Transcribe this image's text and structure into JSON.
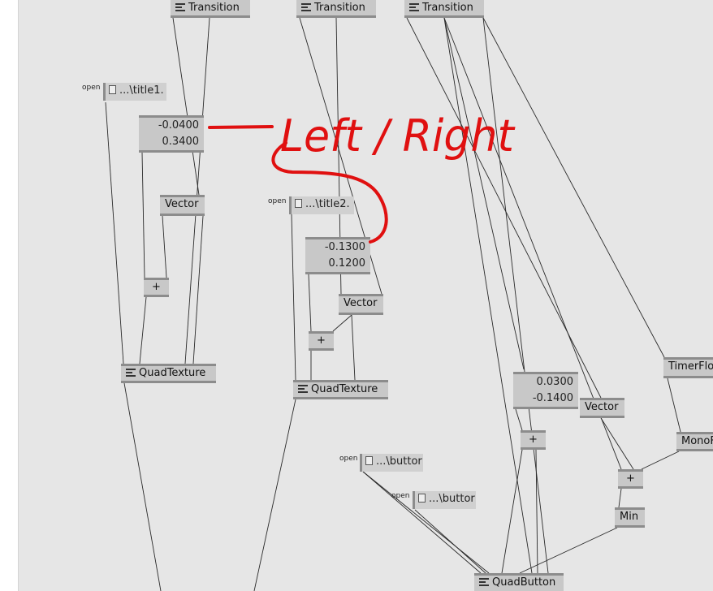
{
  "nodes": {
    "transition_1": "Transition",
    "transition_2": "Transition",
    "transition_3": "Transition",
    "title1": "...\\title1.",
    "title2": "...\\title2.",
    "vec1_a": "-0.0400",
    "vec1_b": "0.3400",
    "vec2_a": "-0.1300",
    "vec2_b": "0.1200",
    "vec3_a": "0.0300",
    "vec3_b": "-0.1400",
    "vector_1": "Vector",
    "vector_2": "Vector",
    "vector_3": "Vector",
    "plus_1": "+",
    "plus_2": "+",
    "plus_3": "+",
    "plus_4": "+",
    "quadtexture_1": "QuadTexture",
    "quadtexture_2": "QuadTexture",
    "button_file_1": "...\\buttor",
    "button_file_2": "...\\buttor",
    "timer": "TimerFlo",
    "mono": "MonoF",
    "min": "Min",
    "quadbutton": "QuadButton",
    "open_1": "open",
    "open_2": "open",
    "open_3": "open",
    "open_4": "open"
  },
  "annotation": {
    "text": "Left / Right",
    "color": "#e01010"
  }
}
